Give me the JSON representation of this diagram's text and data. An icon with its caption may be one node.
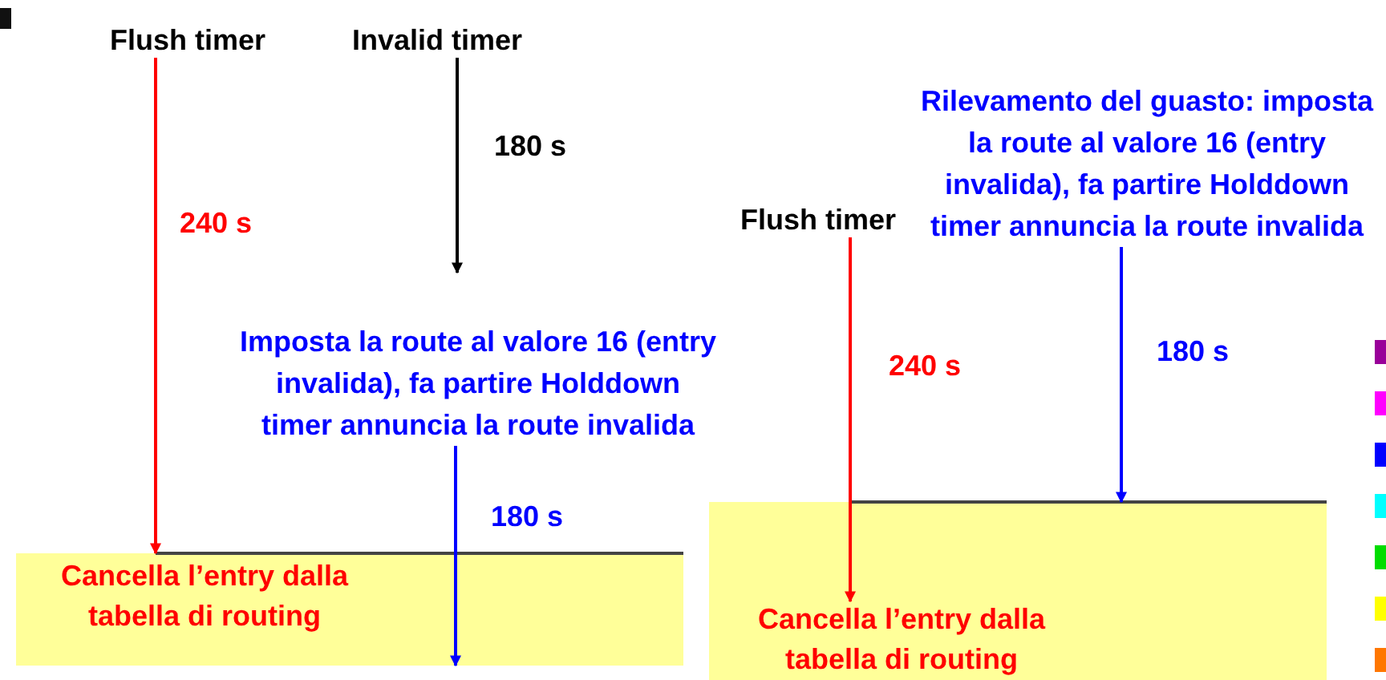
{
  "diagram": {
    "nodes": [
      {
        "text": [
          "Flush timer"
        ]
      },
      {
        "text": [
          "Invalid timer"
        ]
      },
      {
        "text": [
          "Imposta la route al valore 16 (entry invalida), fa partire Holddown timer annuncia la route invalida"
        ]
      },
      {
        "text": [
          "Cancella l’entry dalla tabella di routing"
        ]
      },
      {
        "text": [
          "Flush timer"
        ]
      },
      {
        "text": [
          "Rilevamento del guasto: imposta la route al valore 16 (entry invalida), fa partire Holddown timer annuncia la route invalida"
        ]
      },
      {
        "text": [
          "Cancella l’entry dalla tabella di routing"
        ]
      }
    ],
    "edges": [
      {
        "from": 0,
        "to": 3,
        "arrow": "to",
        "label": "240 s",
        "color": "#ff0000"
      },
      {
        "from": 1,
        "to": 2,
        "arrow": "to",
        "label": "180 s",
        "color": "#000000"
      },
      {
        "from": 2,
        "to": 3,
        "arrow": "to",
        "label": "180 s",
        "color": "#0000ff"
      },
      {
        "from": 4,
        "to": 6,
        "arrow": "to",
        "label": "240 s",
        "color": "#ff0000"
      },
      {
        "from": 5,
        "to": 6,
        "arrow": "to",
        "label": "180 s",
        "color": "#0000ff"
      }
    ]
  }
}
